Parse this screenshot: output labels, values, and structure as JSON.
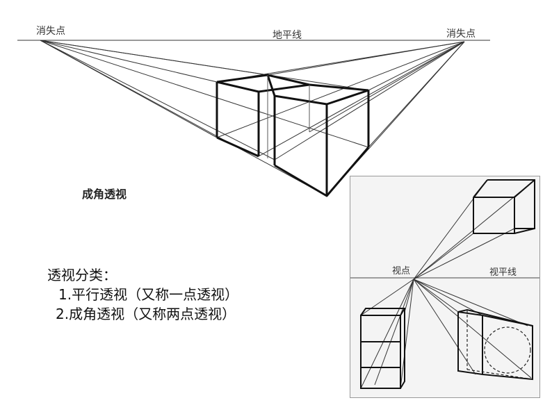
{
  "top_diagram": {
    "vanishing_point_left": "消失点",
    "vanishing_point_right": "消失点",
    "horizon_label": "地平线",
    "caption": "成角透视"
  },
  "notes": {
    "heading": "透视分类：",
    "item1": "1.平行透视（又称一点透视）",
    "item2": "2.成角透视（又称两点透视）"
  },
  "inset_diagram": {
    "viewpoint_label": "视点",
    "eye_level_label": "视平线"
  }
}
